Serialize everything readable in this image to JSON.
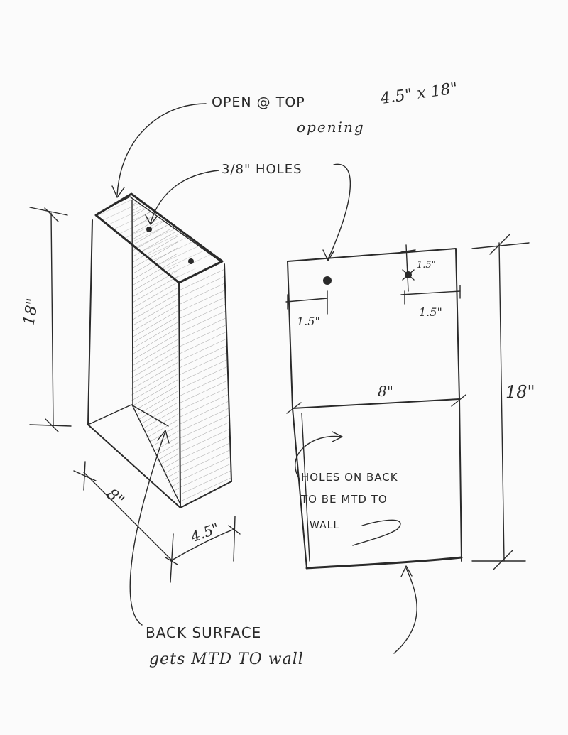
{
  "labels": {
    "open_top": "OPEN @ TOP",
    "opening_size": "4.5\" x 18\"",
    "opening": "opening",
    "holes": "3/8\" HOLES",
    "height_left": "18\"",
    "depth": "8\"",
    "width": "4.5\"",
    "hole_left_offset": "1.5\"",
    "hole_right_offset": "1.5\"",
    "hole_top_offset": "1.5\"",
    "back_width": "8\"",
    "height_right": "18\"",
    "note_line1": "HOLES   ON   BACK",
    "note_line2": "TO   BE   MTD   TO",
    "note_line3": "WALL",
    "bottom_line1": "BACK SURFACE",
    "bottom_line2": "gets  MTD  TO wall"
  },
  "colors": {
    "ink": "#2a2a2a",
    "paper": "#fbfbfb",
    "shade": "#6d6d6d"
  }
}
